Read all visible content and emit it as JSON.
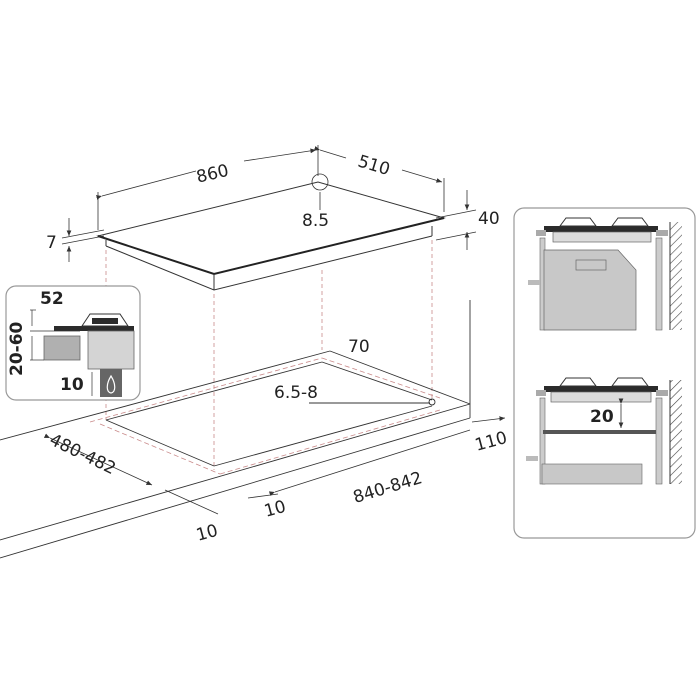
{
  "main_diagram": {
    "hob_width": "860",
    "hob_depth": "510",
    "hob_height": "40",
    "glass_thickness": "7",
    "corner_radius": "8.5",
    "cutout_offset_back": "70",
    "cutout_corner_radius": "6.5-8",
    "cutout_depth": "480-482",
    "cutout_width": "840-842",
    "clearance_side": "110",
    "clearance_front_a": "10",
    "clearance_front_b": "10"
  },
  "inset_left": {
    "top_clearance": "52",
    "worktop_thickness": "20-60",
    "gas_clearance": "10",
    "icon": "gas-flame-icon"
  },
  "inset_right": {
    "panel_gap": "20"
  },
  "colors": {
    "line": "#333333",
    "dash": "#c98a8a",
    "grey_fill": "#c8c8c8",
    "dark_fill": "#2b2b2b",
    "frame": "#999999"
  }
}
